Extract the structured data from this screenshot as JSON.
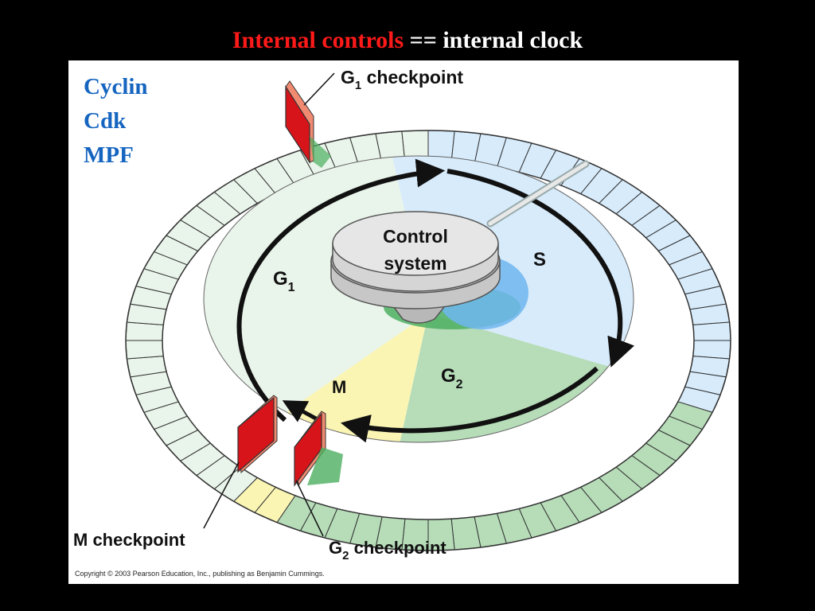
{
  "slide": {
    "title_red": "Internal controls",
    "title_white": " == internal clock",
    "molecules": [
      "Cyclin",
      "Cdk",
      "MPF"
    ]
  },
  "diagram": {
    "center_label_1": "Control",
    "center_label_2": "system",
    "phases": {
      "g1": {
        "main": "G",
        "sub": "1"
      },
      "s": {
        "main": "S"
      },
      "g2": {
        "main": "G",
        "sub": "2"
      },
      "m": {
        "main": "M"
      }
    },
    "checkpoints": {
      "g1": {
        "main": "G",
        "sub": "1",
        "rest": " checkpoint"
      },
      "g2": {
        "main": "G",
        "sub": "2",
        "rest": " checkpoint"
      },
      "m": {
        "label": "M checkpoint"
      }
    },
    "colors": {
      "g1": "#e9f4ea",
      "s": "#d7ebfb",
      "g2": "#b6dcb8",
      "m": "#fbf5b4",
      "checkpoint_red": "#d7141a",
      "title_red": "#ff1a1a",
      "molecule_blue": "#1565c0"
    },
    "copyright": "Copyright © 2003 Pearson Education, Inc., publishing as Benjamin Cummings."
  }
}
